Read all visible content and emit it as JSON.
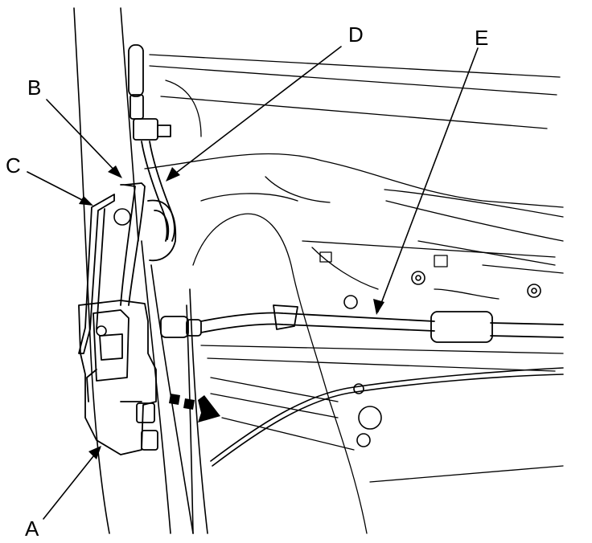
{
  "callouts": {
    "a": "A",
    "b": "B",
    "c": "C",
    "d": "D",
    "e": "E"
  },
  "colors": {
    "ink": "#000000",
    "paper": "#ffffff"
  }
}
